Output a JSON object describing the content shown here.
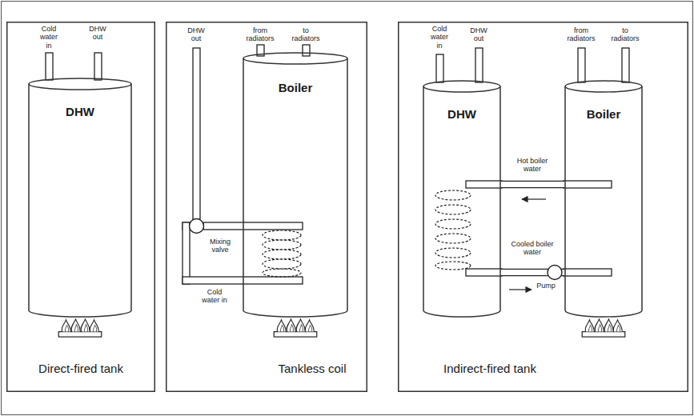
{
  "diagram": {
    "nodes": [
      {
        "text": [
          "Direct-fired tank"
        ]
      },
      {
        "text": [
          "DHW"
        ],
        "in": 0
      },
      {
        "text": [
          "Tankless coil"
        ]
      },
      {
        "text": [
          "Boiler"
        ],
        "in": 2
      },
      {
        "text": [
          "Indirect-fired tank"
        ]
      },
      {
        "text": [
          "DHW"
        ],
        "in": 4
      },
      {
        "text": [
          "Boiler"
        ],
        "in": 4
      }
    ],
    "edges": [
      {
        "from": 6,
        "to": 5,
        "label": "Hot boiler water",
        "arrow": "none"
      },
      {
        "from": 5,
        "to": 6,
        "label": "Cooled boiler water",
        "arrow": "none"
      }
    ],
    "labels": [
      "Cold water in",
      "DHW out",
      "DHW out",
      "from radiators",
      "to radiators",
      "Mixing valve",
      "Cold water in",
      "Cold water in",
      "DHW out",
      "from radiators",
      "to radiators",
      "Pump"
    ]
  }
}
